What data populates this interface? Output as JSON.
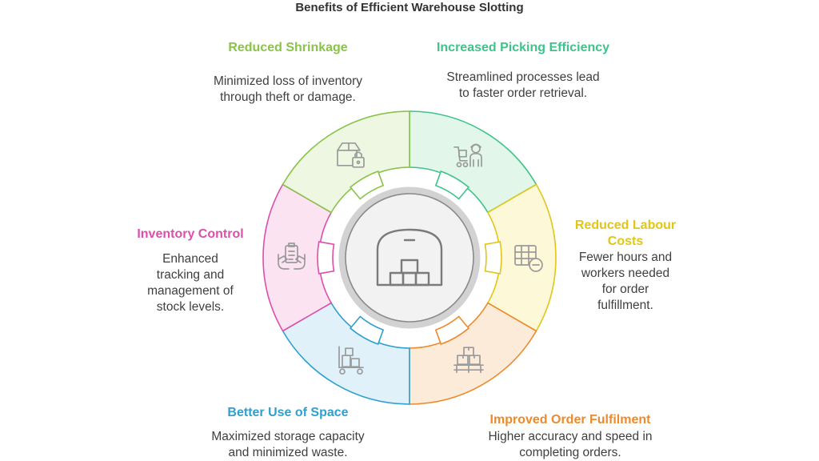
{
  "title": "Benefits of Efficient Warehouse Slotting",
  "center": {
    "icon": "warehouse-icon"
  },
  "segments": [
    {
      "key": "picking",
      "heading": "Increased Picking Efficiency",
      "description": [
        "Streamlined processes lead",
        "to faster order retrieval."
      ],
      "color": "#3ec38a",
      "fill": "#e2f7ea",
      "icon": "worker-with-trolley-icon"
    },
    {
      "key": "labour",
      "heading": [
        "Reduced Labour",
        "Costs"
      ],
      "description": [
        "Fewer hours and",
        "workers needed",
        "for order",
        "fulfillment."
      ],
      "color": "#e0c619",
      "fill": "#fdf8d8",
      "icon": "table-minus-icon"
    },
    {
      "key": "fulfilment",
      "heading": "Improved Order Fulfilment",
      "description": [
        "Higher accuracy and speed in",
        "completing orders."
      ],
      "color": "#ec8a2c",
      "fill": "#fdebd9",
      "icon": "pallet-boxes-icon"
    },
    {
      "key": "space",
      "heading": "Better Use of Space",
      "description": [
        "Maximized storage capacity",
        "and minimized waste."
      ],
      "color": "#2ea0d0",
      "fill": "#e0f1fa",
      "icon": "cart-with-boxes-icon"
    },
    {
      "key": "inventory",
      "heading": "Inventory Control",
      "description": [
        "Enhanced",
        "tracking and",
        "management of",
        "stock levels."
      ],
      "color": "#dc4fab",
      "fill": "#fbe3f2",
      "icon": "clipboard-in-hands-icon"
    },
    {
      "key": "shrinkage",
      "heading": "Reduced Shrinkage",
      "description": [
        "Minimized loss of inventory",
        "through theft or damage."
      ],
      "color": "#8bc34a",
      "fill": "#eef7e1",
      "icon": "box-lock-icon"
    }
  ]
}
